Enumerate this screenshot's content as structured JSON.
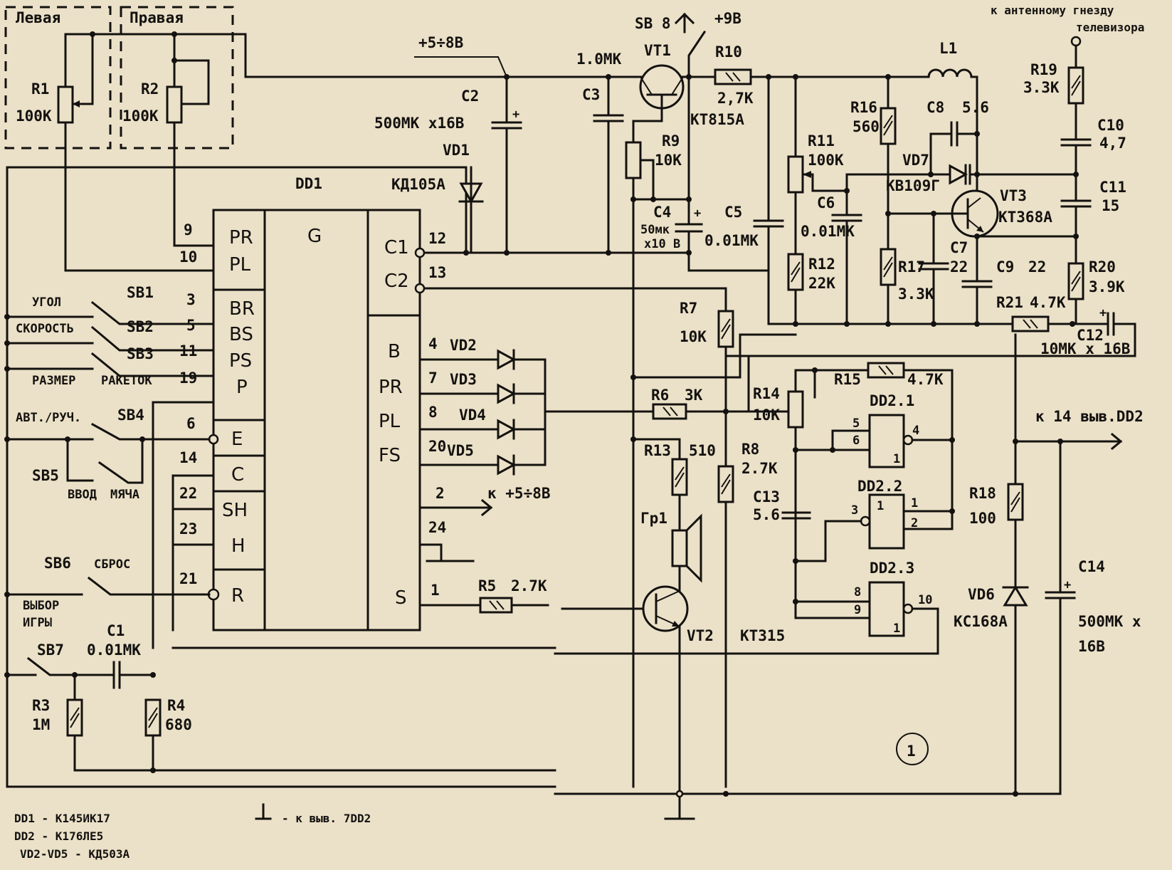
{
  "figure_number": "1",
  "potentiometer_groups": [
    {
      "title": "Левая",
      "ref": "R1",
      "value": "100K"
    },
    {
      "title": "Правая",
      "ref": "R2",
      "value": "100K"
    }
  ],
  "supply_labels": {
    "logic_supply": "+5÷8В",
    "logic_supply_pin2": "к +5÷8В",
    "main_supply": "+9В",
    "power_switch": "SB 8",
    "to_pin14": "к 14 выв.DD2",
    "antenna": "к антенному гнезду",
    "antenna_2": "телевизора"
  },
  "dd1": {
    "ref": "DD1",
    "center": "G",
    "left_pins": [
      {
        "num": "9",
        "name": "PR"
      },
      {
        "num": "10",
        "name": "PL"
      },
      {
        "num": "3",
        "name": "BR"
      },
      {
        "num": "5",
        "name": "BS"
      },
      {
        "num": "11",
        "name": "PS"
      },
      {
        "num": "19",
        "name": "P"
      },
      {
        "num": "6",
        "name": "E"
      },
      {
        "num": "14",
        "name": "C"
      },
      {
        "num": "22",
        "name": "SH"
      },
      {
        "num": "23",
        "name": "H"
      },
      {
        "num": "21",
        "name": "R"
      }
    ],
    "right_pins": [
      {
        "num": "12",
        "name": "C1"
      },
      {
        "num": "13",
        "name": "C2"
      },
      {
        "num": "4",
        "name": "B"
      },
      {
        "num": "7",
        "name": "PR"
      },
      {
        "num": "8",
        "name": "PL"
      },
      {
        "num": "20",
        "name": "FS"
      },
      {
        "num": "2",
        "name": ""
      },
      {
        "num": "24",
        "name": ""
      },
      {
        "num": "1",
        "name": "S"
      }
    ]
  },
  "switches": [
    {
      "ref": "SB1",
      "label": "УГОЛ"
    },
    {
      "ref": "SB2",
      "label": "СКОРОСТЬ"
    },
    {
      "ref": "SB3",
      "label": "РАЗМЕР",
      "label2": "РАКЕТОК"
    },
    {
      "ref": "SB4",
      "label": "АВТ./РУЧ."
    },
    {
      "ref": "SB5",
      "label": "ВВОД",
      "label2": "МЯЧА"
    },
    {
      "ref": "SB6",
      "label": "СБРОС"
    },
    {
      "ref": "SB7",
      "label": "ВЫБОР",
      "label2": "ИГРЫ"
    }
  ],
  "components": {
    "C1": {
      "ref": "C1",
      "value": "0.01МК"
    },
    "C2": {
      "ref": "C2",
      "value": "500МК x16В"
    },
    "C3": {
      "ref": "C3",
      "value": "1.0МК"
    },
    "C4": {
      "ref": "C4",
      "value": "50мк",
      "value2": "x10 В"
    },
    "C5": {
      "ref": "C5",
      "value": "0.01МК"
    },
    "C6": {
      "ref": "C6",
      "value": "0.01МК"
    },
    "C7": {
      "ref": "C7",
      "value": "22"
    },
    "C8": {
      "ref": "C8",
      "value": "5.6"
    },
    "C9": {
      "ref": "C9",
      "value": "22"
    },
    "C10": {
      "ref": "C10",
      "value": "4,7"
    },
    "C11": {
      "ref": "C11",
      "value": "15"
    },
    "C12": {
      "ref": "C12",
      "value": "10МК x 16В"
    },
    "C13": {
      "ref": "C13",
      "value": "5.6"
    },
    "C14": {
      "ref": "C14",
      "value": "500МК x",
      "value2": "16В"
    },
    "R3": {
      "ref": "R3",
      "value": "1М"
    },
    "R4": {
      "ref": "R4",
      "value": "680"
    },
    "R5": {
      "ref": "R5",
      "value": "2.7K"
    },
    "R6": {
      "ref": "R6",
      "value": "3K"
    },
    "R7": {
      "ref": "R7",
      "value": "10K"
    },
    "R8": {
      "ref": "R8",
      "value": "2.7K"
    },
    "R9": {
      "ref": "R9",
      "value": "10K"
    },
    "R10": {
      "ref": "R10",
      "value": "2,7K"
    },
    "R11": {
      "ref": "R11",
      "value": "100K"
    },
    "R12": {
      "ref": "R12",
      "value": "22K"
    },
    "R13": {
      "ref": "R13",
      "value": "510"
    },
    "R14": {
      "ref": "R14",
      "value": "10K"
    },
    "R15": {
      "ref": "R15",
      "value": "4.7K"
    },
    "R16": {
      "ref": "R16",
      "value": "560"
    },
    "R17": {
      "ref": "R17",
      "value": "3.3K"
    },
    "R18": {
      "ref": "R18",
      "value": "100"
    },
    "R19": {
      "ref": "R19",
      "value": "3.3K"
    },
    "R20": {
      "ref": "R20",
      "value": "3.9K"
    },
    "R21": {
      "ref": "R21",
      "value": "4.7K"
    },
    "L1": {
      "ref": "L1"
    },
    "VD1": {
      "ref": "VD1",
      "type": "КД105А"
    },
    "VD2": {
      "ref": "VD2"
    },
    "VD3": {
      "ref": "VD3"
    },
    "VD4": {
      "ref": "VD4"
    },
    "VD5": {
      "ref": "VD5"
    },
    "VD6": {
      "ref": "VD6",
      "type": "КС168А"
    },
    "VD7": {
      "ref": "VD7",
      "type": "КВ109Г"
    },
    "VT1": {
      "ref": "VT1",
      "type": "КТ815А"
    },
    "VT2": {
      "ref": "VT2",
      "type": "КТ315"
    },
    "VT3": {
      "ref": "VT3",
      "type": "КТ368А"
    },
    "Gr1": {
      "ref": "Гр1"
    }
  },
  "dd2": [
    {
      "ref": "DD2.1",
      "in_a": "5",
      "in_b": "6",
      "out": "4",
      "fn": "1"
    },
    {
      "ref": "DD2.2",
      "in_a": "3",
      "in_b": "",
      "out_a": "1",
      "out_b": "2",
      "fn": "1"
    },
    {
      "ref": "DD2.3",
      "in_a": "8",
      "in_b": "9",
      "out": "10",
      "fn": "1"
    }
  ],
  "notes": [
    "DD1 - К145ИК17",
    "DD2 - К176ЛЕ5",
    "VD2-VD5 - КД503А"
  ],
  "ground_note": "- к выв. 7DD2"
}
